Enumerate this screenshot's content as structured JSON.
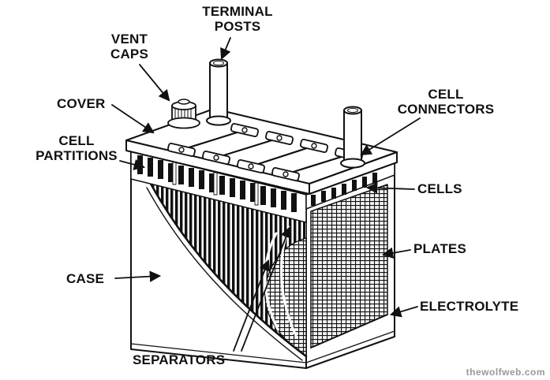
{
  "diagram": {
    "labels": {
      "terminal_posts": "TERMINAL\nPOSTS",
      "vent_caps": "VENT\nCAPS",
      "cover": "COVER",
      "cell_partitions": "CELL\nPARTITIONS",
      "cell_connectors": "CELL\nCONNECTORS",
      "cells": "CELLS",
      "plates": "PLATES",
      "case": "CASE",
      "electrolyte": "ELECTROLYTE",
      "separators": "SEPARATORS"
    },
    "watermark": "thewolfweb.com",
    "colors": {
      "ink": "#111111",
      "background": "#ffffff",
      "watermark": "#999999"
    }
  }
}
